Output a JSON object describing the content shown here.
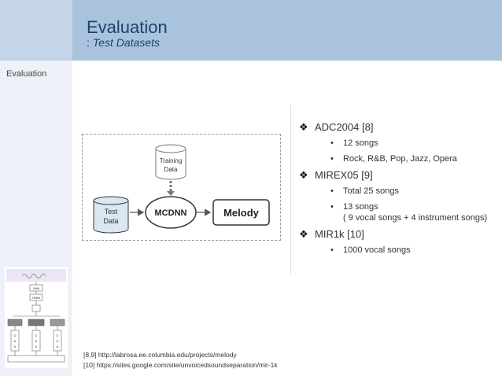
{
  "header": {
    "title": "Evaluation",
    "subtitle_prefix": ":",
    "subtitle": "Test Datasets"
  },
  "sidebar": {
    "section_label": "Evaluation"
  },
  "diagram": {
    "test_data": [
      "Test",
      "Data"
    ],
    "training_data": [
      "Training",
      "Data"
    ],
    "mcdnn": "MCDNN",
    "melody": "Melody"
  },
  "bullets": {
    "mark": "❖",
    "dot": "•",
    "adc": {
      "label": "ADC2004 [8]",
      "items": [
        "12 songs",
        "Rock, R&B, Pop, Jazz, Opera"
      ]
    },
    "mirex": {
      "label": "MIREX05 [9]",
      "item1": "Total 25 songs",
      "item2": "13 songs",
      "item2_cont": "( 9 vocal songs + 4 instrument songs)"
    },
    "mir1k": {
      "label": "MIR1k [10]",
      "items": [
        "1000 vocal songs"
      ]
    }
  },
  "references": [
    "[8,9] http://labrosa.ee.columbia.edu/projects/melody",
    "[10] https://sites.google.com/site/unvoicedsoundseparation/mir-1k"
  ],
  "thumbnail": {
    "labels": [
      "DNN",
      "HMM"
    ],
    "col_label": [
      "D",
      "N",
      "N"
    ]
  }
}
